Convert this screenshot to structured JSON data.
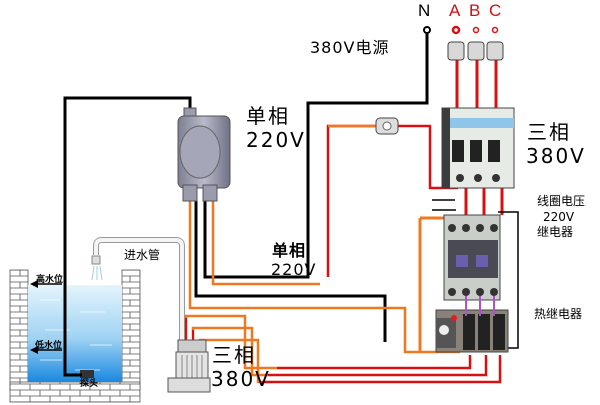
{
  "title": "水泵液位控制接线图",
  "power": {
    "neutral_label": "N",
    "phases": [
      "A",
      "B",
      "C"
    ],
    "source_label": "380V电源"
  },
  "labels": {
    "float_switch_phase": "单相",
    "float_switch_voltage": "220V",
    "wire_phase": "单相",
    "wire_voltage": "220V",
    "breaker_phase": "三相",
    "breaker_voltage": "380V",
    "coil_line1": "线圈电压",
    "coil_line2": "220V",
    "coil_line3": "继电器",
    "thermal_relay": "热继电器",
    "pump_phase": "三相",
    "pump_voltage": "380V",
    "inlet_pipe": "进水管",
    "high_level": "高水位",
    "low_level": "低水位",
    "probe": "探头"
  },
  "components": {
    "float_switch": "float-level-controller",
    "fuse": "fuse",
    "breaker": "three-pole-circuit-breaker",
    "contactor": "ac-contactor",
    "thermal_overload": "thermal-overload-relay",
    "pump": "submersible-pump",
    "tank": "water-tank"
  },
  "colors": {
    "neutral": "#000000",
    "phase_red": "#d81010",
    "phase_orange": "#f07820",
    "water_top": "#dff2fc",
    "water_bottom": "#1e8ee0",
    "brick": "#ffffff"
  }
}
